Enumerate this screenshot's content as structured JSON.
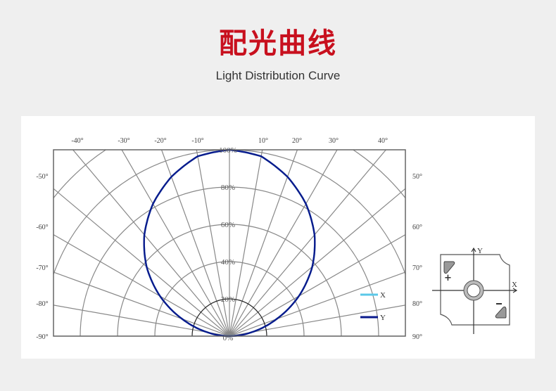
{
  "header": {
    "title_cn": "配光曲线",
    "title_en": "Light Distribution Curve",
    "title_color": "#c8101e"
  },
  "chart_data": {
    "type": "polar",
    "title": "Light Distribution Curve",
    "angle_unit": "degrees",
    "angle_range": [
      -90,
      90
    ],
    "top_tick_labels": [
      "-40°",
      "-30°",
      "-20°",
      "-10°",
      "10°",
      "20°",
      "30°",
      "40°"
    ],
    "left_tick_labels": [
      "-50°",
      "-60°",
      "-70°",
      "-80°",
      "-90°"
    ],
    "right_tick_labels": [
      "50°",
      "60°",
      "70°",
      "80°",
      "90°"
    ],
    "radial_tick_labels": [
      "0%",
      "20%",
      "40%",
      "60%",
      "80%",
      "100%"
    ],
    "radial_range": [
      0,
      100
    ],
    "grid": true,
    "legend_position": "lower-right",
    "series": [
      {
        "name": "X",
        "color": "#5bc8e8",
        "angles": [
          -90,
          -80,
          -70,
          -60,
          -50,
          -40,
          -30,
          -20,
          -10,
          0,
          10,
          20,
          30,
          40,
          50,
          60,
          70,
          80,
          90
        ],
        "values": [
          0,
          12,
          27,
          43,
          58,
          71,
          82,
          91,
          98,
          100,
          98,
          91,
          82,
          71,
          58,
          43,
          27,
          12,
          0
        ]
      },
      {
        "name": "Y",
        "color": "#0a1a8c",
        "angles": [
          -90,
          -80,
          -70,
          -60,
          -50,
          -40,
          -30,
          -20,
          -10,
          0,
          10,
          20,
          30,
          40,
          50,
          60,
          70,
          80,
          90
        ],
        "values": [
          0,
          12,
          27,
          43,
          58,
          71,
          82,
          91,
          98,
          100,
          98,
          91,
          82,
          71,
          58,
          43,
          27,
          12,
          0
        ]
      }
    ]
  },
  "legend": {
    "items": [
      {
        "label": "X",
        "color": "#5bc8e8"
      },
      {
        "label": "Y",
        "color": "#0a1a8c"
      }
    ]
  },
  "package_diagram": {
    "axis_x_label": "X",
    "axis_y_label": "Y",
    "plus_label": "+",
    "minus_label": "−"
  }
}
